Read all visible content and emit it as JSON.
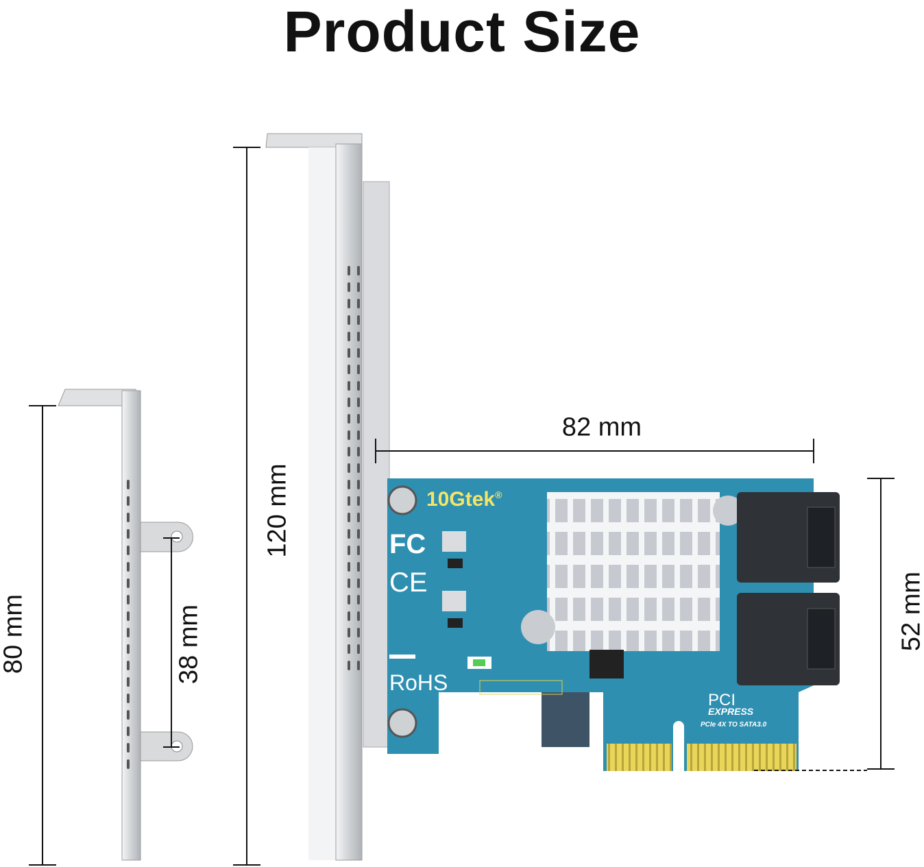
{
  "title": "Product Size",
  "dimensions": {
    "low_profile_height": "80 mm",
    "hole_spacing": "38 mm",
    "full_height": "120 mm",
    "card_length": "82 mm",
    "card_height": "52 mm"
  },
  "pcb": {
    "brand": "10Gtek",
    "registered": "®",
    "rohs": "RoHS",
    "fc": "FC",
    "ce": "CE",
    "pci_logo": "PCI",
    "express": "EXPRESS",
    "model_text": "PCIe 4X TO SATA3.0"
  },
  "colors": {
    "pcb": "#2e8fb0",
    "gold_fingers": "#e3cf52",
    "heatsink": "#e4e6ea",
    "connector": "#2f3338",
    "bracket": "#d4d6d9",
    "brand_text": "#f3e56a"
  }
}
